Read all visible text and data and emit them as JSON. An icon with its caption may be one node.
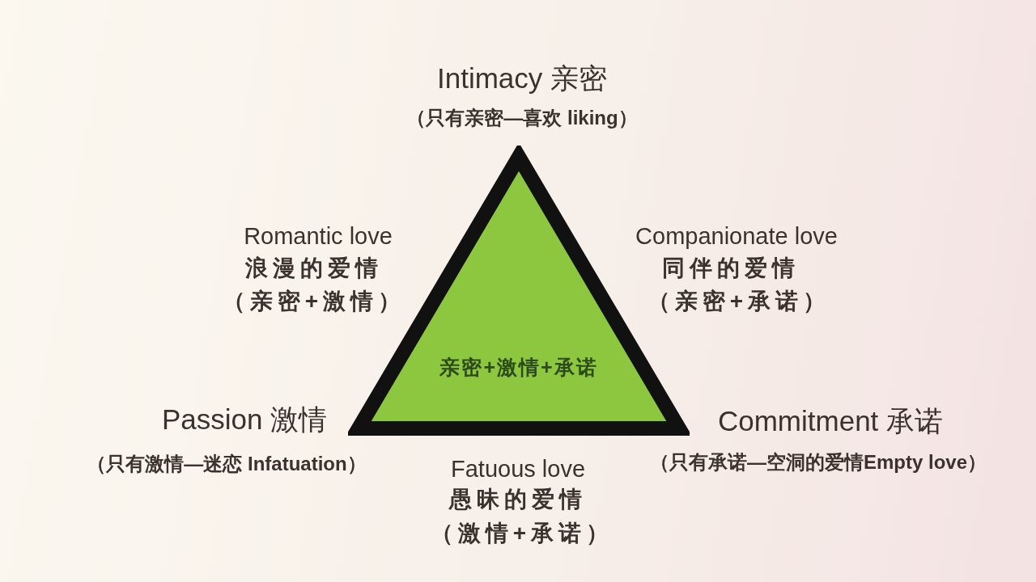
{
  "diagram": {
    "nodes": [
      {
        "text": [
          "亲密+激情+承诺"
        ]
      }
    ],
    "labels": [
      "Intimacy 亲密",
      "（只有亲密—喜欢 liking）",
      "Romantic love",
      "浪漫的爱情",
      "（亲密+激情）",
      "Companionate love",
      "同伴的爱情",
      "（亲密+承诺）",
      "Passion 激情",
      "（只有激情—迷恋 Infatuation）",
      "Commitment 承诺",
      "（只有承诺—空洞的爱情Empty love）",
      "Fatuous love",
      "愚昧的爱情",
      "（激情+承诺）"
    ]
  }
}
